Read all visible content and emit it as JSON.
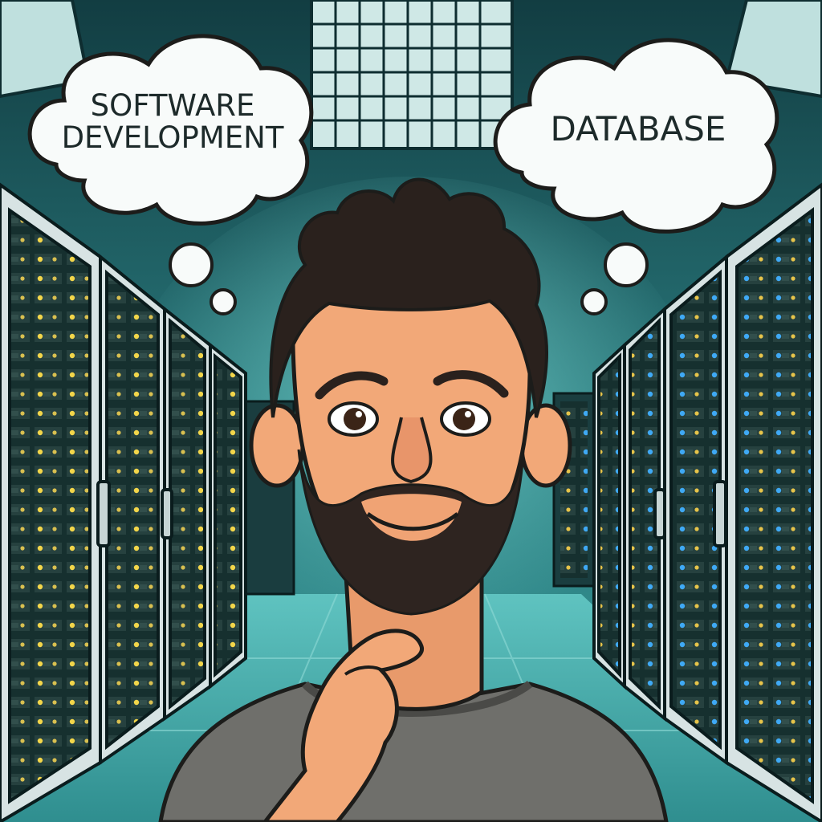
{
  "thoughts": {
    "left": {
      "line1": "SOFTWARE",
      "line2": "DEVELOPMENT"
    },
    "right": {
      "label": "DATABASE"
    }
  },
  "colors": {
    "room": "#1e5a5e",
    "floor": "#58b9b8",
    "rack_frame": "#d7e3e3",
    "rack_body": "#15302f",
    "led_left": "#f3d64a",
    "led_right": "#3fa9f5",
    "skin": "#f2a878",
    "hair": "#2a211d",
    "shirt": "#6f6f6b",
    "bubble": "#f8fbfa"
  },
  "icons": [
    "server-rack-icon",
    "thought-bubble-icon"
  ]
}
